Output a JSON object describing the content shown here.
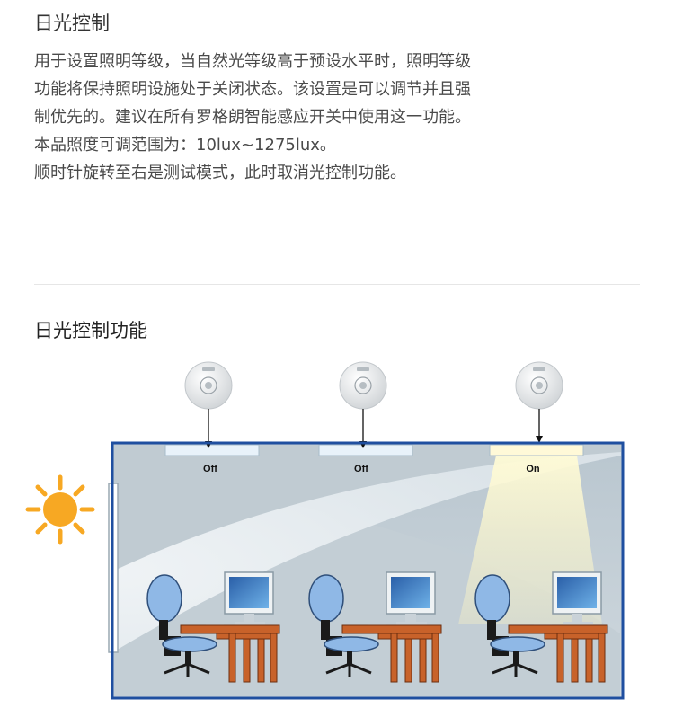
{
  "section1": {
    "title": "日光控制",
    "lines": [
      "用于设置照明等级，当自然光等级高于预设水平时，照明等级",
      "功能将保持照明设施处于关闭状态。该设置是可以调节并且强",
      "制优先的。建议在所有罗格朗智能感应开关中使用这一功能。",
      "本品照度可调范围为：10lux~1275lux。",
      "顺时针旋转至右是测试模式，此时取消光控制功能。"
    ]
  },
  "section2": {
    "title": "日光控制功能"
  },
  "diagram": {
    "lamps": [
      {
        "label": "Off",
        "state": "off"
      },
      {
        "label": "Off",
        "state": "off"
      },
      {
        "label": "On",
        "state": "on"
      }
    ],
    "colors": {
      "frame": "#1f4fa0",
      "sun": "#f7a823",
      "chair": "#8fb8e6",
      "desk": "#c8622a"
    }
  }
}
